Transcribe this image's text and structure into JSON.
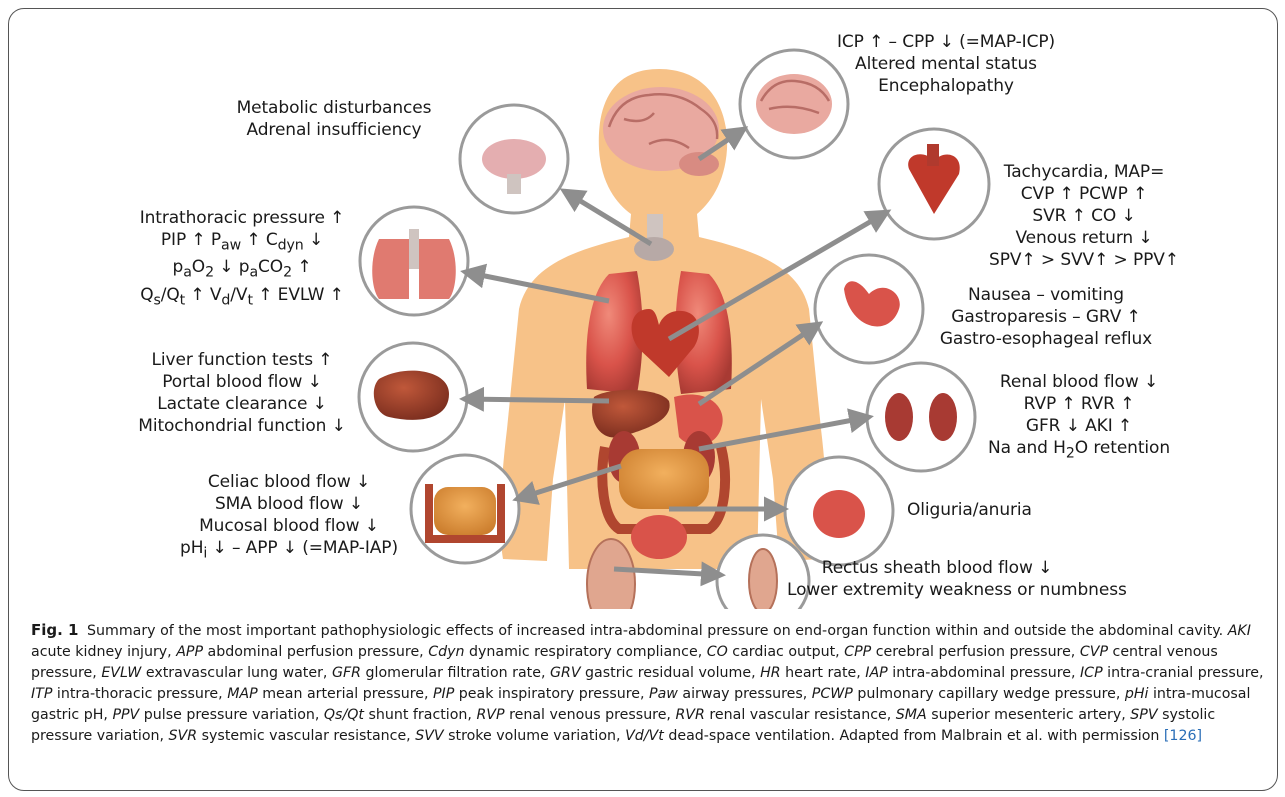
{
  "labels": {
    "brain": [
      "ICP ↑ – CPP ↓ (=MAP-ICP)",
      "Altered mental status",
      "Encephalopathy"
    ],
    "thyroid": [
      "Metabolic disturbances",
      "Adrenal insufficiency"
    ],
    "heart": [
      "Tachycardia, MAP=",
      "CVP ↑ PCWP ↑",
      "SVR ↑ CO ↓",
      "Venous return ↓",
      "SPV↑ > SVV↑ > PPV↑"
    ],
    "lungs": {
      "line1": "Intrathoracic pressure ↑",
      "line2": {
        "a": "PIP ↑ P",
        "a_sub": "aw",
        "b": " ↑ C",
        "b_sub": "dyn",
        "c": " ↓"
      },
      "line3": {
        "a": "p",
        "a_sub": "a",
        "b": "O",
        "b_sub": "2",
        "c": " ↓ p",
        "c_sub": "a",
        "d": "CO",
        "d_sub": "2",
        "e": " ↑"
      },
      "line4": {
        "a": "Q",
        "a_sub": "s",
        "b": "/Q",
        "b_sub": "t",
        "c": " ↑ V",
        "c_sub": "d",
        "d": "/V",
        "d_sub": "t",
        "e": " ↑ EVLW ↑"
      }
    },
    "stomach": [
      "Nausea – vomiting",
      "Gastroparesis – GRV ↑",
      "Gastro-esophageal reflux"
    ],
    "liver": [
      "Liver function tests ↑",
      "Portal blood flow ↓",
      "Lactate clearance ↓",
      "Mitochondrial function ↓"
    ],
    "kidney": {
      "lines": [
        "Renal blood flow ↓",
        "RVP ↑ RVR ↑",
        "GFR ↓ AKI ↑"
      ],
      "last": {
        "a": "Na and H",
        "a_sub": "2",
        "b": "O retention"
      }
    },
    "intestine": {
      "lines": [
        "Celiac blood flow ↓",
        "SMA blood flow ↓",
        "Mucosal blood flow ↓"
      ],
      "last": {
        "a": "pH",
        "a_sub": "i",
        "b": " ↓ – APP ↓ (=MAP-IAP)"
      }
    },
    "bladder": [
      "Oliguria/anuria"
    ],
    "muscle": [
      "Rectus sheath blood flow ↓",
      "Lower extremity weakness or numbness"
    ]
  },
  "caption": {
    "fig_label": "Fig. 1",
    "summary": "Summary of the most important pathophysiologic effects of increased intra-abdominal pressure on end-organ function within and outside the abdominal cavity.",
    "abbreviations": [
      {
        "abbr": "AKI",
        "def": "acute kidney injury"
      },
      {
        "abbr": "APP",
        "def": "abdominal perfusion pressure"
      },
      {
        "abbr": "Cdyn",
        "def": "dynamic respiratory compliance"
      },
      {
        "abbr": "CO",
        "def": "cardiac output"
      },
      {
        "abbr": "CPP",
        "def": "cerebral perfusion pressure"
      },
      {
        "abbr": "CVP",
        "def": "central venous pressure"
      },
      {
        "abbr": "EVLW",
        "def": "extravascular lung water"
      },
      {
        "abbr": "GFR",
        "def": "glomerular filtration rate"
      },
      {
        "abbr": "GRV",
        "def": "gastric residual volume"
      },
      {
        "abbr": "HR",
        "def": "heart rate"
      },
      {
        "abbr": "IAP",
        "def": "intra-abdominal pressure"
      },
      {
        "abbr": "ICP",
        "def": "intra-cranial pressure"
      },
      {
        "abbr": "ITP",
        "def": "intra-thoracic pressure"
      },
      {
        "abbr": "MAP",
        "def": "mean arterial pressure"
      },
      {
        "abbr": "PIP",
        "def": "peak inspiratory pressure"
      },
      {
        "abbr": "Paw",
        "def": "airway pressures"
      },
      {
        "abbr": "PCWP",
        "def": "pulmonary capillary wedge pressure"
      },
      {
        "abbr": "pHi",
        "def": "intra-mucosal gastric pH"
      },
      {
        "abbr": "PPV",
        "def": "pulse pressure variation"
      },
      {
        "abbr": "Qs/Qt",
        "def": "shunt fraction"
      },
      {
        "abbr": "RVP",
        "def": "renal venous pressure"
      },
      {
        "abbr": "RVR",
        "def": "renal vascular resistance"
      },
      {
        "abbr": "SMA",
        "def": "superior mesenteric artery"
      },
      {
        "abbr": "SPV",
        "def": "systolic pressure variation"
      },
      {
        "abbr": "SVR",
        "def": "systemic vascular resistance"
      },
      {
        "abbr": "SVV",
        "def": "stroke volume variation"
      },
      {
        "abbr": "Vd/Vt",
        "def": "dead-space ventilation"
      }
    ],
    "adapted": "Adapted from Malbrain et al. with permission",
    "reference": "[126]"
  },
  "colors": {
    "skin": "#f7c288",
    "organ": "#d9534a",
    "organ_dark": "#a83a33",
    "arrow": "#8e8e8e",
    "circle": "#9a9a9a",
    "link": "#2a6eb7"
  }
}
